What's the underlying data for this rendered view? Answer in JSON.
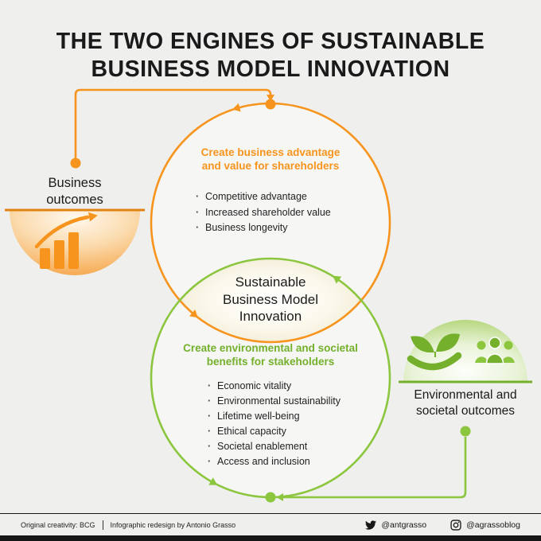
{
  "title": {
    "lines": [
      "THE TWO ENGINES OF SUSTAINABLE",
      "BUSINESS MODEL INNOVATION"
    ]
  },
  "colors": {
    "orange": "#F7941D",
    "orange_dark": "#E08312",
    "green": "#8CC63F",
    "green_dark": "#74B02C",
    "ink": "#1A1A1A",
    "background": "#EFEFED"
  },
  "business_engine": {
    "heading_lines": [
      "Create business advantage",
      "and value for shareholders"
    ],
    "items": [
      "Competitive advantage",
      "Increased shareholder value",
      "Business longevity"
    ]
  },
  "center_label": {
    "lines": [
      "Sustainable",
      "Business Model",
      "Innovation"
    ]
  },
  "societal_engine": {
    "heading_lines": [
      "Create environmental and societal",
      "benefits for stakeholders"
    ],
    "items": [
      "Economic vitality",
      "Environmental sustainability",
      "Lifetime well-being",
      "Ethical capacity",
      "Societal enablement",
      "Access and inclusion"
    ]
  },
  "outcomes": {
    "business": {
      "label": "Business outcomes"
    },
    "environmental": {
      "label": "Environmental and societal outcomes"
    }
  },
  "icons": {
    "business_badge": "bar-chart-growth-icon",
    "environment_badge_left": "hand-leaves-icon",
    "environment_badge_right": "people-group-icon",
    "footer_left": "twitter-bird-icon",
    "footer_right": "instagram-icon"
  },
  "footer": {
    "credit_left": "Original creativity: BCG",
    "credit_right": "Infographic redesign by Antonio Grasso",
    "twitter_handle": "@antgrasso",
    "instagram_handle": "@agrassoblog"
  }
}
